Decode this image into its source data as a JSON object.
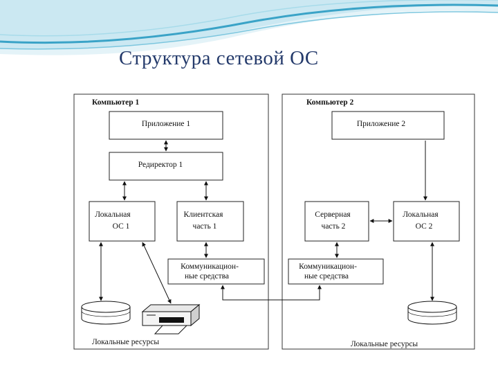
{
  "slide": {
    "title": "Структура сетевой ОС"
  },
  "colors": {
    "title_text": "#243a6b",
    "banner_light": "#d8eef5",
    "banner_accent": "#3aa3c7"
  },
  "diagram": {
    "computer1": {
      "title": "Компьютер 1",
      "application": "Приложение 1",
      "redirector": "Редиректор 1",
      "local_os": [
        "Локальная",
        "ОС 1"
      ],
      "client_part": [
        "Клиентская",
        "часть 1"
      ],
      "comm_means": [
        "Коммуникацион-",
        "ные средства"
      ],
      "local_resources": "Локальные ресурсы"
    },
    "computer2": {
      "title": "Компьютер 2",
      "application": "Приложение 2",
      "server_part": [
        "Серверная",
        "часть 2"
      ],
      "local_os": [
        "Локальная",
        "ОС 2"
      ],
      "comm_means": [
        "Коммуникацион-",
        "ные средства"
      ],
      "local_resources": "Локальные ресурсы"
    }
  },
  "icons": [
    "disk-icon",
    "printer-icon"
  ]
}
